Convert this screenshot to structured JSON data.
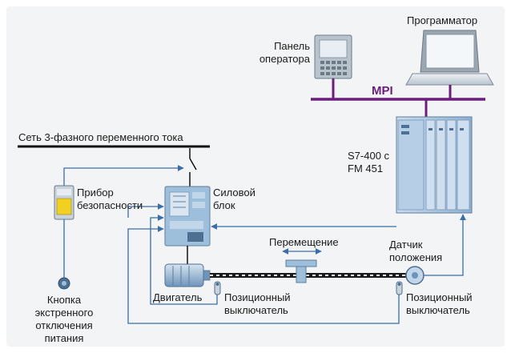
{
  "colors": {
    "background": "#e9ecef",
    "panel_bg": "#f4f5f6",
    "signal_line": "#3a6ea8",
    "mpi_bus": "#6a1f7a",
    "plc_body": "#a9c4e0",
    "unit_body": "#9ebfdc",
    "safety_yellow": "#f0d020"
  },
  "labels": {
    "programmer": "Программатор",
    "operator_panel_line1": "Панель",
    "operator_panel_line2": "оператора",
    "mpi": "MPI",
    "mains": "Сеть 3-фазного переменного тока",
    "plc_line1": "S7-400 с",
    "plc_line2": "FM 451",
    "safety_line1": "Прибор",
    "safety_line2": "безопасности",
    "power_line1": "Силовой",
    "power_line2": "блок",
    "movement": "Перемещение",
    "sensor_line1": "Датчик",
    "sensor_line2": "положения",
    "motor": "Двигатель",
    "limit1_line1": "Позиционный",
    "limit1_line2": "выключатель",
    "limit2_line1": "Позиционный",
    "limit2_line2": "выключатель",
    "estop_line1": "Кнопка",
    "estop_line2": "экстренного",
    "estop_line3": "отключения",
    "estop_line4": "питания"
  },
  "icons": [
    "laptop-icon",
    "operator-panel-icon",
    "plc-rack-icon",
    "safety-device-icon",
    "power-unit-icon",
    "motor-icon",
    "carriage-icon",
    "encoder-icon",
    "limit-switch-icon",
    "estop-button-icon",
    "breaker-switch-icon"
  ]
}
